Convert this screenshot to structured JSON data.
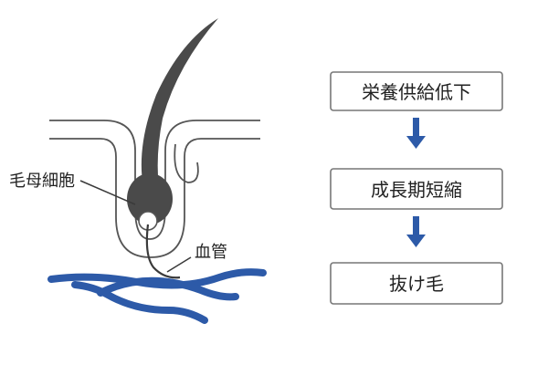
{
  "labels": {
    "papilla_cell": "毛母細胞",
    "blood_vessel": "血管"
  },
  "flow": {
    "steps": [
      {
        "label": "栄養供給低下"
      },
      {
        "label": "成長期短縮"
      },
      {
        "label": "抜け毛"
      }
    ]
  },
  "colors": {
    "vessel": "#2d5aa8",
    "hair": "#4a4a4a",
    "outline": "#555555",
    "arrow": "#2d5aa8",
    "box_border": "#777777"
  }
}
